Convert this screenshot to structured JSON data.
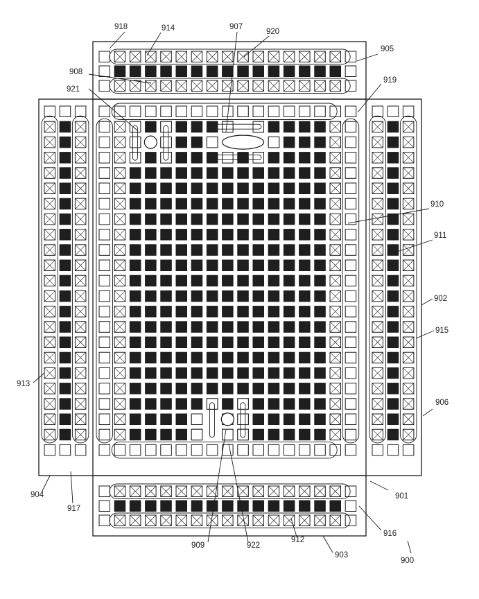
{
  "figure": {
    "ink_color": "#1a1a1a",
    "fill_color": "#1f1f1f",
    "background": "#ffffff",
    "reference_numerals": [
      "900",
      "901",
      "902",
      "903",
      "904",
      "905",
      "906",
      "907",
      "908",
      "909",
      "910",
      "911",
      "912",
      "913",
      "914",
      "915",
      "916",
      "917",
      "918",
      "919",
      "920",
      "921",
      "922"
    ]
  }
}
